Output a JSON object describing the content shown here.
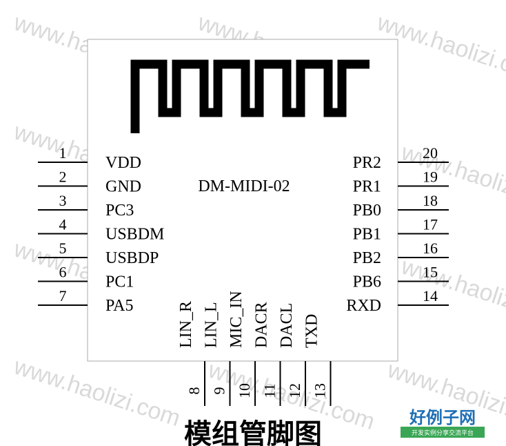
{
  "part_name": "DM-MIDI-02",
  "title": "模组管脚图",
  "watermark_text": "www.haolizi.com",
  "logo": {
    "main": "好例子网",
    "sub": "开发实例分享交流平台",
    "color": "#1f6fb5",
    "bar_color": "#3aa655"
  },
  "pins_left": [
    {
      "num": "1",
      "name": "VDD"
    },
    {
      "num": "2",
      "name": "GND"
    },
    {
      "num": "3",
      "name": "PC3"
    },
    {
      "num": "4",
      "name": "USBDM"
    },
    {
      "num": "5",
      "name": "USBDP"
    },
    {
      "num": "6",
      "name": "PC1"
    },
    {
      "num": "7",
      "name": "PA5"
    }
  ],
  "pins_right": [
    {
      "num": "20",
      "name": "PR2"
    },
    {
      "num": "19",
      "name": "PR1"
    },
    {
      "num": "18",
      "name": "PB0"
    },
    {
      "num": "17",
      "name": "PB1"
    },
    {
      "num": "16",
      "name": "PB2"
    },
    {
      "num": "15",
      "name": "PB6"
    },
    {
      "num": "14",
      "name": "RXD"
    }
  ],
  "pins_bottom": [
    {
      "num": "8",
      "name": "LIN_R"
    },
    {
      "num": "9",
      "name": "LIN_L"
    },
    {
      "num": "10",
      "name": "MIC_IN"
    },
    {
      "num": "11",
      "name": "DACR"
    },
    {
      "num": "12",
      "name": "DACL"
    },
    {
      "num": "13",
      "name": "TXD"
    }
  ]
}
